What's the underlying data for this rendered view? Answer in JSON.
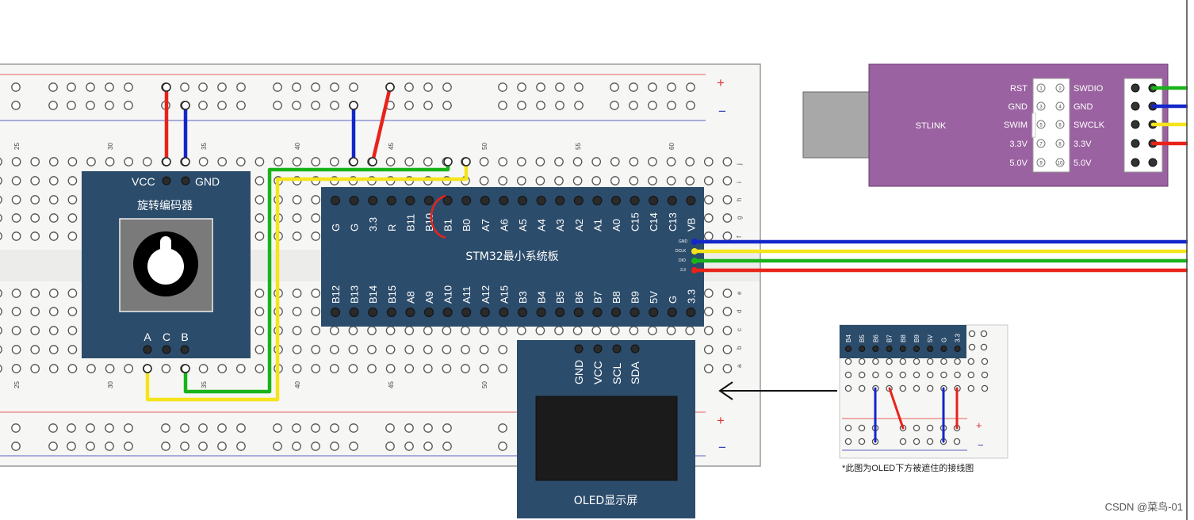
{
  "breadboard": {
    "rail_plus": "+",
    "rail_minus": "−",
    "column_numbers": [
      "25",
      "30",
      "35",
      "40",
      "45",
      "50",
      "55",
      "60"
    ],
    "row_letters_top": [
      "j",
      "i",
      "h",
      "g",
      "f"
    ],
    "row_letters_bottom": [
      "e",
      "d",
      "c",
      "b",
      "a"
    ]
  },
  "encoder": {
    "title": "旋转编码器",
    "top_pins": [
      "VCC",
      "GND"
    ],
    "bottom_pins": [
      "A",
      "C",
      "B"
    ]
  },
  "stm32": {
    "title": "STM32最小系统板",
    "top_pins": [
      "G",
      "G",
      "3.3",
      "R",
      "B11",
      "B10",
      "B1",
      "B0",
      "A7",
      "A6",
      "A5",
      "A4",
      "A3",
      "A2",
      "A1",
      "A0",
      "C15",
      "C14",
      "C13",
      "VB"
    ],
    "bottom_pins": [
      "B12",
      "B13",
      "B14",
      "B15",
      "A8",
      "A9",
      "A10",
      "A11",
      "A12",
      "A15",
      "B3",
      "B4",
      "B5",
      "B6",
      "B7",
      "B8",
      "B9",
      "5V",
      "G",
      "3.3"
    ],
    "side_pins": [
      "GND",
      "DCLK",
      "DIO",
      "3.3"
    ]
  },
  "stlink": {
    "title": "STLINK",
    "left_labels": [
      "RST",
      "GND",
      "SWIM",
      "3.3V",
      "5.0V"
    ],
    "right_labels": [
      "SWDIO",
      "GND",
      "SWCLK",
      "3.3V",
      "5.0V"
    ],
    "pin_numbers": [
      "1",
      "2",
      "3",
      "4",
      "5",
      "6",
      "7",
      "8",
      "9",
      "10"
    ]
  },
  "oled": {
    "title": "OLED显示屏",
    "pins": [
      "GND",
      "VCC",
      "SCL",
      "SDA"
    ]
  },
  "inset": {
    "pins": [
      "B4",
      "B5",
      "B6",
      "B7",
      "B8",
      "B9",
      "5V",
      "G",
      "3.3"
    ],
    "caption": "*此图为OLED下方被遮住的接线图",
    "plus": "+",
    "minus": "−"
  },
  "colors": {
    "red": "#e8231a",
    "blue": "#1326c9",
    "green": "#19b31a",
    "yellow": "#f5e41c",
    "board": "#2c4c6b",
    "stlink": "#9a62a0"
  },
  "watermark": "CSDN @菜鸟-01"
}
